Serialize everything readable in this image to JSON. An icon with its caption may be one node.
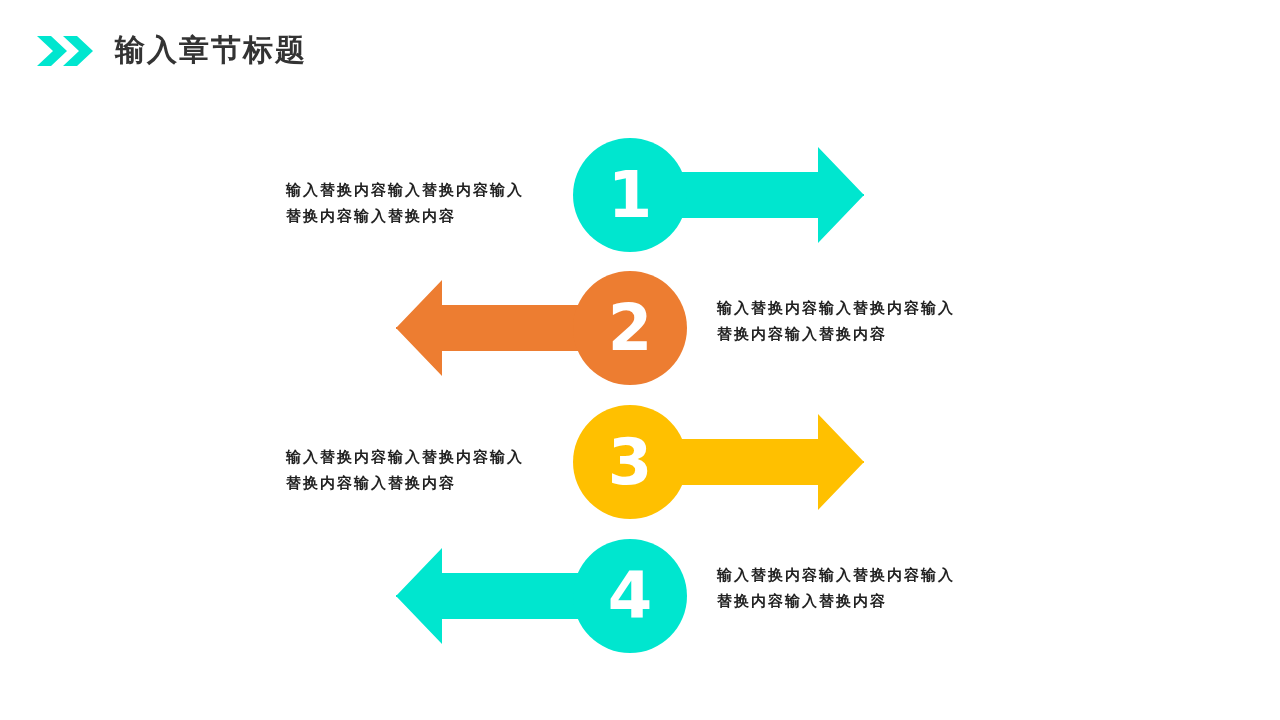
{
  "diagram": {
    "title": "输入章节标题",
    "nodes": [
      {
        "text": [
          "1"
        ],
        "beside": [
          "输入替换内容输入替换内容输入替换内容输入替换内容"
        ]
      },
      {
        "text": [
          "2"
        ],
        "beside": [
          "输入替换内容输入替换内容输入替换内容输入替换内容"
        ]
      },
      {
        "text": [
          "3"
        ],
        "beside": [
          "输入替换内容输入替换内容输入替换内容输入替换内容"
        ]
      },
      {
        "text": [
          "4"
        ],
        "beside": [
          "输入替换内容输入替换内容输入替换内容输入替换内容"
        ]
      }
    ],
    "edges": [
      {
        "from": 0,
        "to": null,
        "arrow": "to"
      },
      {
        "from": 1,
        "to": null,
        "arrow": "to",
        "color": "#ed7d31"
      },
      {
        "from": 2,
        "to": null,
        "arrow": "to",
        "color": "#ffc000"
      },
      {
        "from": 3,
        "to": null,
        "arrow": "to"
      }
    ]
  }
}
